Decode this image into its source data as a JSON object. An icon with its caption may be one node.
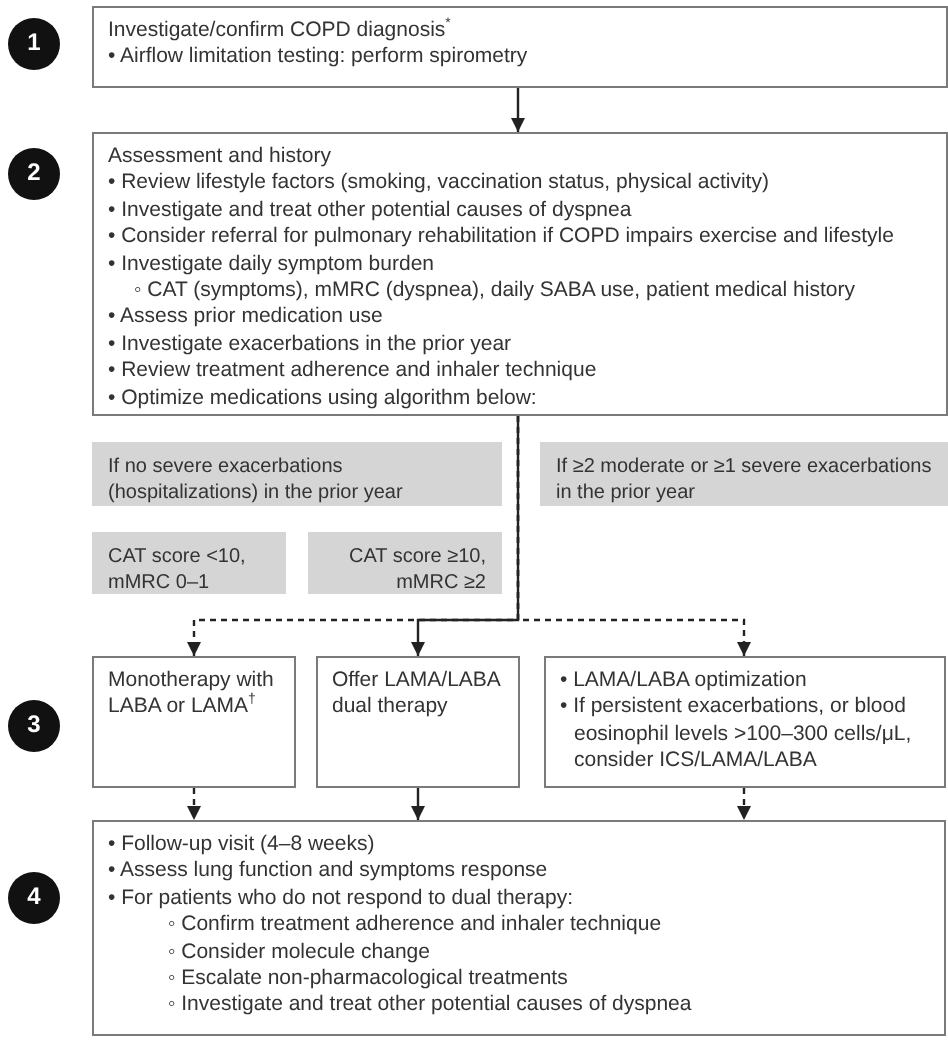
{
  "diagram": {
    "nodes": [
      {
        "text": [
          "1"
        ]
      },
      {
        "text": [
          "Investigate/confirm COPD diagnosis$^{*}$",
          "• Airflow limitation testing: perform spirometry"
        ]
      },
      {
        "text": [
          "2"
        ]
      },
      {
        "text": [
          "Assessment and history",
          "• Review lifestyle factors (smoking, vaccination status, physical activity)",
          "• Investigate and treat other potential causes of dyspnea",
          "• Consider referral for pulmonary rehabilitation if COPD impairs exercise and lifestyle",
          "• Investigate daily symptom burden",
          "◦ CAT (symptoms), mMRC (dyspnea), daily SABA use, patient medical history",
          "• Assess prior medication use",
          "• Investigate exacerbations in the prior year",
          "• Review treatment adherence and inhaler technique",
          "• Optimize medications using algorithm below:"
        ]
      },
      {
        "text": [
          "If no severe exacerbations (hospitalizations) in the prior year"
        ]
      },
      {
        "text": [
          "If ≥2 moderate or ≥1 severe exacerbations in the prior year"
        ]
      },
      {
        "text": [
          "CAT score <10, mMRC 0–1"
        ]
      },
      {
        "text": [
          "CAT score ≥10, mMRC ≥2"
        ]
      },
      {
        "text": [
          "3"
        ]
      },
      {
        "text": [
          "Monotherapy with LABA or LAMA$^{†}$"
        ]
      },
      {
        "text": [
          "Offer LAMA/LABA dual therapy"
        ]
      },
      {
        "text": [
          "• LAMA/LABA optimization",
          "• If persistent exacerbations, or blood eosinophil levels >100–300 cells/μL, consider ICS/LAMA/LABA"
        ]
      },
      {
        "text": [
          "4"
        ]
      },
      {
        "text": [
          "• Follow-up visit (4–8 weeks)",
          "• Assess lung function and symptoms response",
          "• For patients who do not respond to dual therapy:",
          "◦ Confirm treatment adherence and inhaler technique",
          "◦ Consider molecule change",
          "◦ Escalate non-pharmacological treatments",
          "◦ Investigate and treat other potential causes of dyspnea"
        ]
      }
    ],
    "edges": [
      {
        "from": 1,
        "to": 3,
        "arrow": "to"
      },
      {
        "from": 3,
        "to": 9,
        "arrow": "to",
        "style": "dashed"
      },
      {
        "from": 3,
        "to": 10,
        "arrow": "to"
      },
      {
        "from": 3,
        "to": 11,
        "arrow": "to",
        "style": "dashed"
      },
      {
        "from": 9,
        "to": 13,
        "arrow": "to",
        "style": "dashed"
      },
      {
        "from": 10,
        "to": 13,
        "arrow": "to"
      },
      {
        "from": 11,
        "to": 13,
        "arrow": "to",
        "style": "dashed"
      }
    ]
  }
}
